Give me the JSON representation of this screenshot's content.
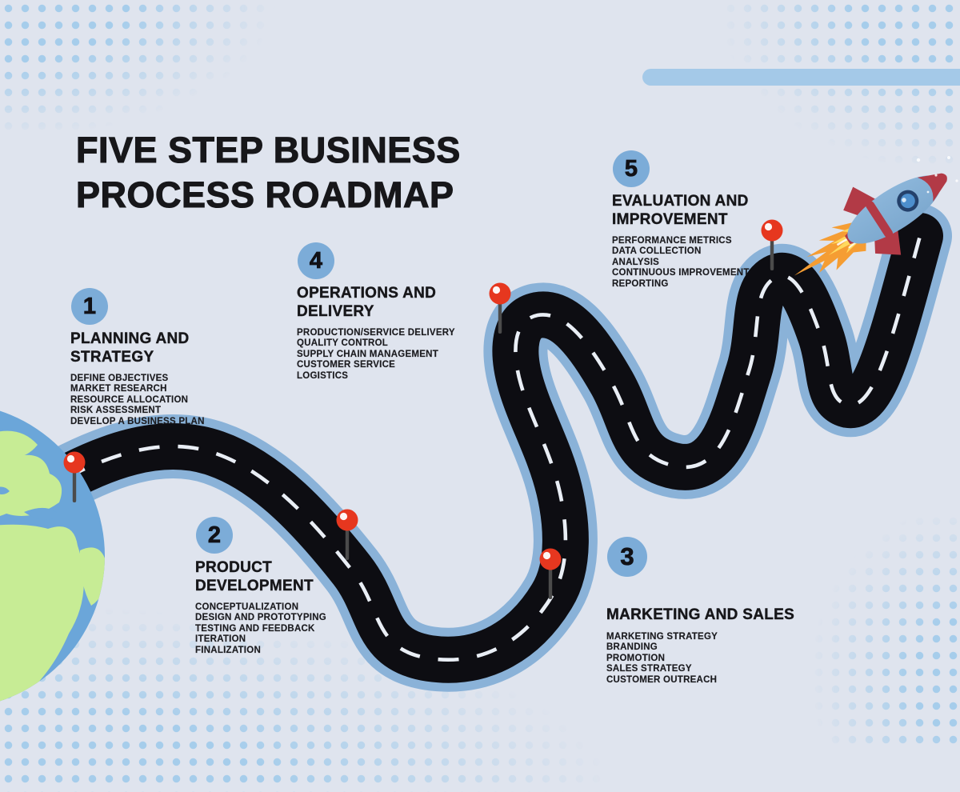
{
  "title": {
    "line1": "FIVE STEP BUSINESS",
    "line2": "PROCESS ROADMAP"
  },
  "steps": [
    {
      "number": "1",
      "title_lines": [
        "PLANNING AND",
        "STRATEGY"
      ],
      "items": [
        "DEFINE OBJECTIVES",
        "MARKET RESEARCH",
        "RESOURCE ALLOCATION",
        "RISK ASSESSMENT",
        "DEVELOP A BUSINESS PLAN"
      ]
    },
    {
      "number": "2",
      "title_lines": [
        "PRODUCT",
        "DEVELOPMENT"
      ],
      "items": [
        "CONCEPTUALIZATION",
        "DESIGN AND PROTOTYPING",
        "TESTING AND FEEDBACK",
        "ITERATION",
        "FINALIZATION"
      ]
    },
    {
      "number": "3",
      "title_lines": [
        "MARKETING AND SALES"
      ],
      "items": [
        "MARKETING STRATEGY",
        "BRANDING",
        "PROMOTION",
        "SALES STRATEGY",
        "CUSTOMER OUTREACH"
      ]
    },
    {
      "number": "4",
      "title_lines": [
        "OPERATIONS AND",
        "DELIVERY"
      ],
      "items": [
        "PRODUCTION/SERVICE DELIVERY",
        "QUALITY CONTROL",
        "SUPPLY CHAIN MANAGEMENT",
        "CUSTOMER SERVICE",
        "LOGISTICS"
      ]
    },
    {
      "number": "5",
      "title_lines": [
        "EVALUATION AND",
        "IMPROVEMENT"
      ],
      "items": [
        "PERFORMANCE METRICS",
        "DATA COLLECTION",
        "ANALYSIS",
        "CONTINUOUS IMPROVEMENT",
        "REPORTING"
      ]
    }
  ],
  "colors": {
    "background": "#dfe4ee",
    "halftone_dots": "#a6cdeb",
    "accent_circle": "#7cacd8",
    "road_border": "#8ab2d8",
    "road_asphalt": "#0d0d12",
    "lane_dash": "#e9eef5",
    "pin_red": "#e6371f",
    "globe_ocean": "#6ba6d9",
    "globe_land": "#c7ec95",
    "rocket_body": "#8fb9de",
    "rocket_red": "#b23a46",
    "flame_orange": "#f59d33",
    "flame_yellow": "#ffd95e",
    "text": "#17171a"
  }
}
